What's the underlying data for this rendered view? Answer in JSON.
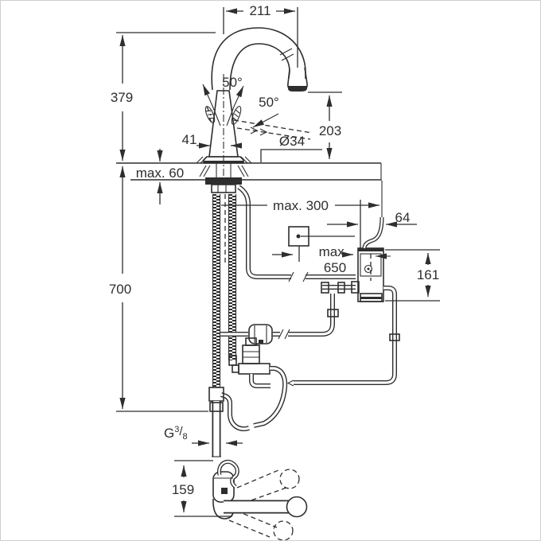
{
  "drawing": {
    "type": "faucet-installation-dimension-diagram",
    "colors": {
      "line": "#2e2e2e",
      "background": "#ffffff",
      "frame_border": "#cfcfcf"
    },
    "dims": {
      "d211": "211",
      "d379": "379",
      "d700": "700",
      "d203": "203",
      "d161": "161",
      "d64": "64",
      "d41": "41",
      "d159": "159",
      "d50a": "50°",
      "d50b": "50°",
      "do34": "Ø34",
      "dmax60": "max. 60",
      "dmax300": "max. 300",
      "dmax650a": "max.",
      "dmax650b": "650",
      "g38_g": "G",
      "g38_num": "3",
      "g38_slash": "/",
      "g38_den": "8"
    }
  }
}
